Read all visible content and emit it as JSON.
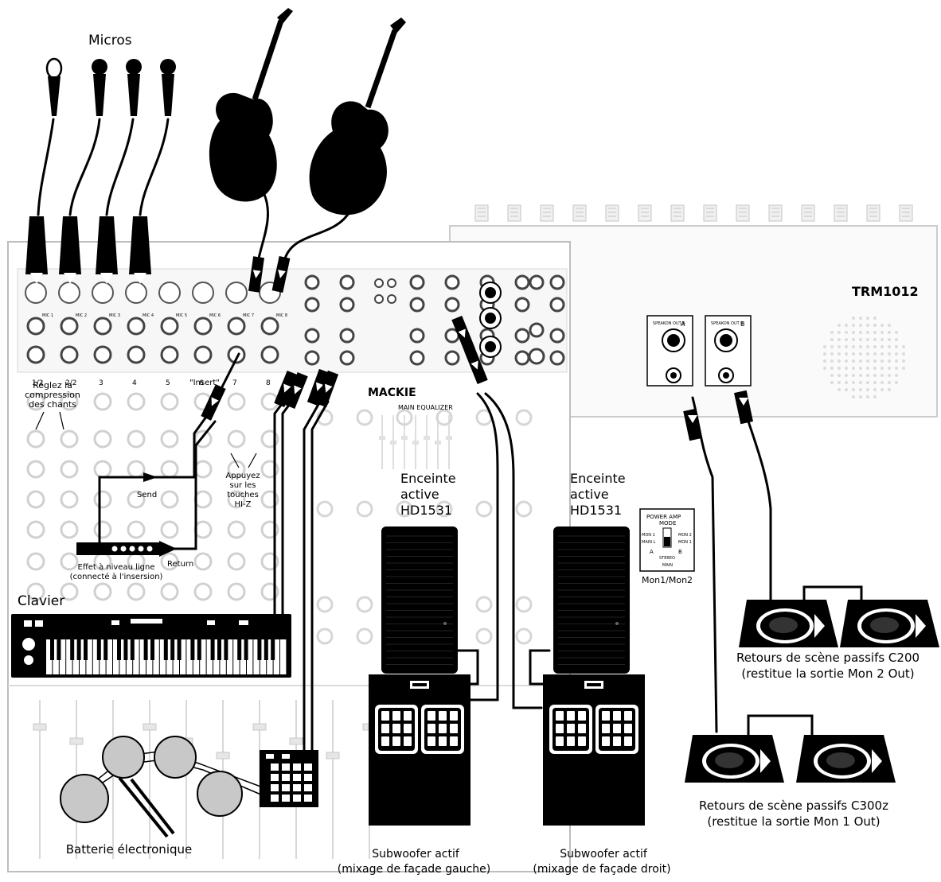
{
  "labels": {
    "micros": "Micros",
    "compression": [
      "Réglez la",
      "compression",
      "des chants"
    ],
    "insert": "\"Insert\"",
    "send": "Send",
    "return": "Return",
    "hiz": [
      "Appuyez",
      "sur les",
      "touches",
      "HI-Z"
    ],
    "effect": [
      "Effet à niveau ligne",
      "(connecté à l'insersion)"
    ],
    "keyboard": "Clavier",
    "drums": "Batterie électronique",
    "speaker_left": [
      "Enceinte",
      "active",
      "HD1531"
    ],
    "speaker_right": [
      "Enceinte",
      "active",
      "HD1531"
    ],
    "sub_left": [
      "Subwoofer actif",
      "(mixage de façade gauche)"
    ],
    "sub_right": [
      "Subwoofer actif",
      "(mixage de façade droit)"
    ],
    "mon_c200": [
      "Retours de scène passifs C200",
      "(restitue la sortie Mon 2 Out)"
    ],
    "mon_c300z": [
      "Retours de scène passifs C300z",
      "(restitue la sortie Mon 1 Out)"
    ],
    "mon_caption": "Mon1/Mon2"
  },
  "mixer": {
    "brand": "MACKIE",
    "main_eq": "MAIN EQUALIZER",
    "channel_labels": [
      "MIC 1",
      "MIC 2",
      "MIC 3",
      "MIC 4",
      "MIC 5",
      "MIC 6",
      "MIC 7",
      "MIC 8"
    ],
    "strip_numbers": [
      "1/2",
      "2/2",
      "3",
      "4",
      "5",
      "6",
      "7",
      "8"
    ]
  },
  "amp": {
    "model": "TRM1012",
    "speakon_a": "SPEAKON OUT A",
    "speakon_b": "SPEAKON OUT B",
    "letter_a": "A",
    "letter_b": "B",
    "mode_title": [
      "POWER AMP",
      "MODE"
    ],
    "mode_left": [
      "MON 1",
      "MAIN L"
    ],
    "mode_right": [
      "MON 2",
      "MON 1"
    ],
    "mode_ab": [
      "A",
      "B"
    ],
    "mode_stereo": "STEREO",
    "mode_main": "MAIN"
  }
}
